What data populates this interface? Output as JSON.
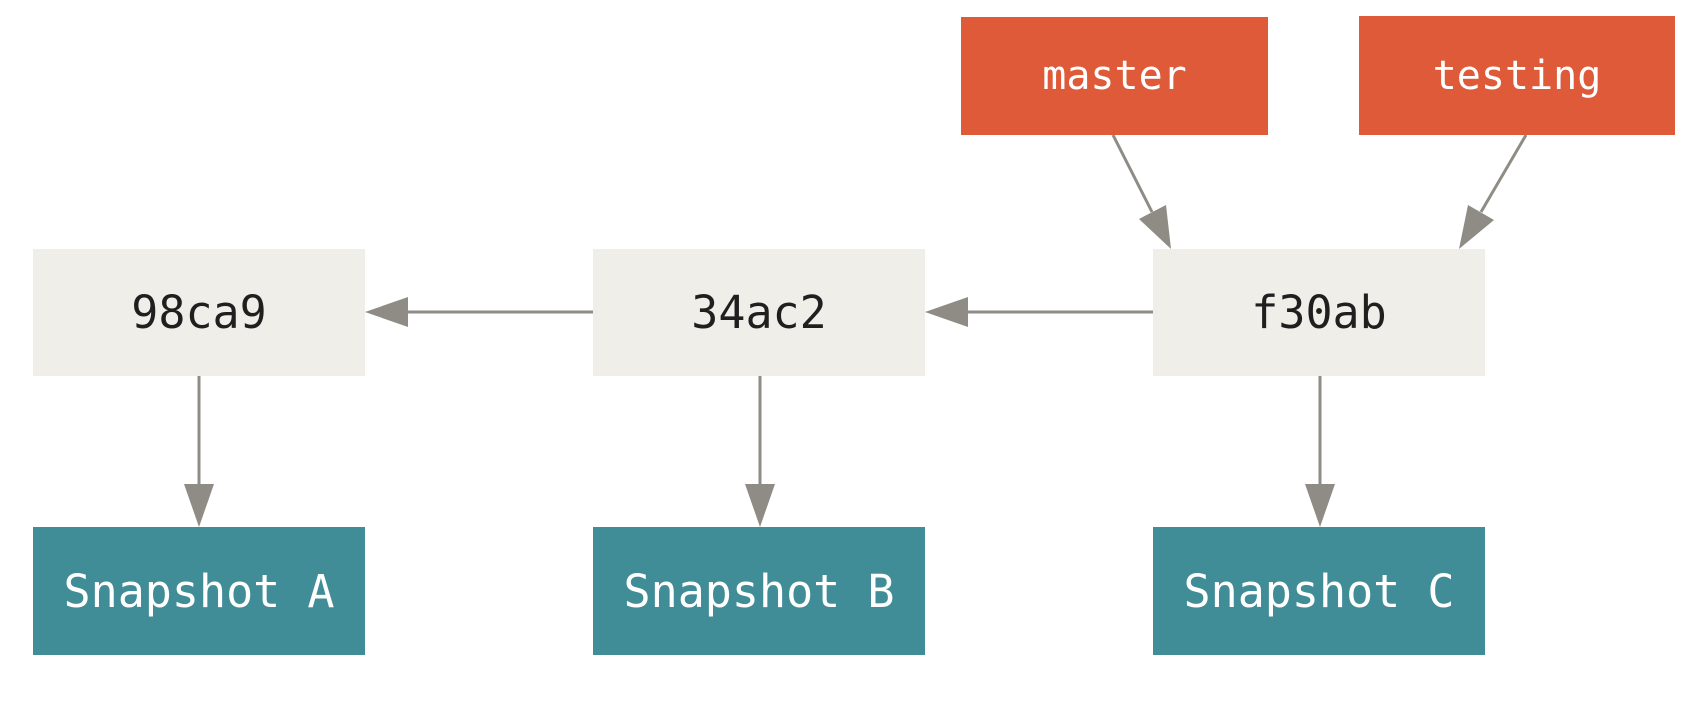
{
  "branches": {
    "master": "master",
    "testing": "testing"
  },
  "commits": {
    "c1": "98ca9",
    "c2": "34ac2",
    "c3": "f30ab"
  },
  "snapshots": {
    "a": "Snapshot A",
    "b": "Snapshot B",
    "c": "Snapshot C"
  },
  "colors": {
    "branch": "#de5a38",
    "commit": "#efeee8",
    "snapshot": "#418d97",
    "arrow": "#8f8c85"
  }
}
